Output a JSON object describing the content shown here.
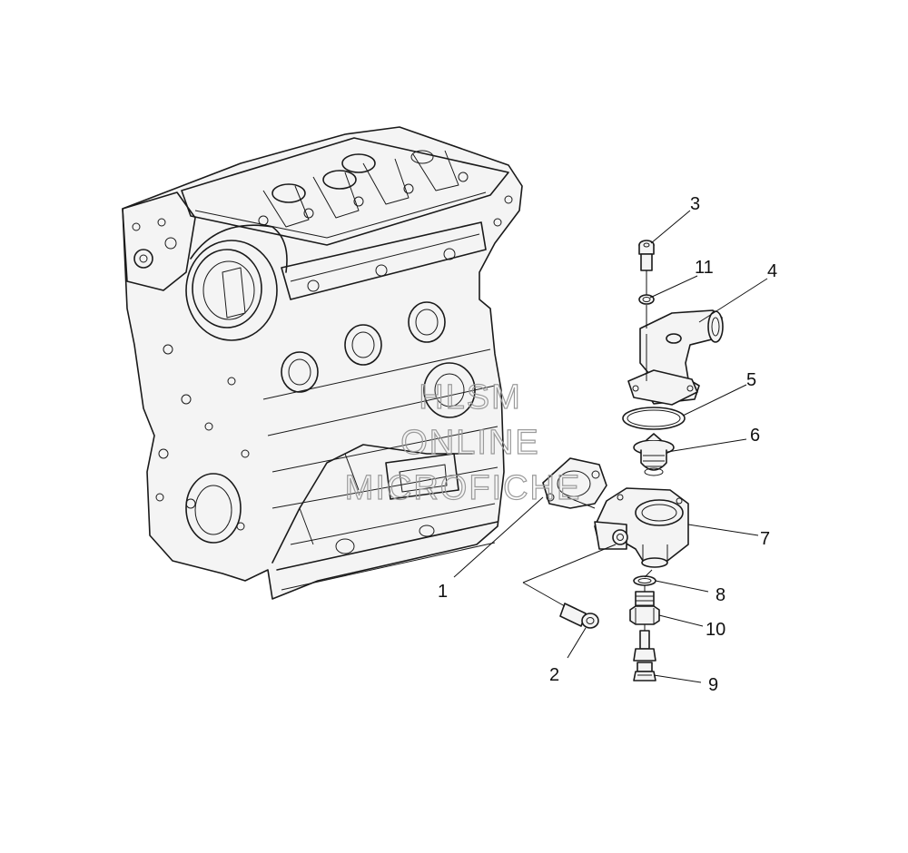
{
  "watermark": {
    "line1": "HLSM",
    "line2": "ONLINE",
    "line3": "MICROFICHE"
  },
  "callouts": [
    {
      "id": "1",
      "label": "1"
    },
    {
      "id": "2",
      "label": "2"
    },
    {
      "id": "3",
      "label": "3"
    },
    {
      "id": "4",
      "label": "4"
    },
    {
      "id": "5",
      "label": "5"
    },
    {
      "id": "6",
      "label": "6"
    },
    {
      "id": "7",
      "label": "7"
    },
    {
      "id": "8",
      "label": "8"
    },
    {
      "id": "9",
      "label": "9"
    },
    {
      "id": "10",
      "label": "10"
    },
    {
      "id": "11",
      "label": "11"
    }
  ]
}
